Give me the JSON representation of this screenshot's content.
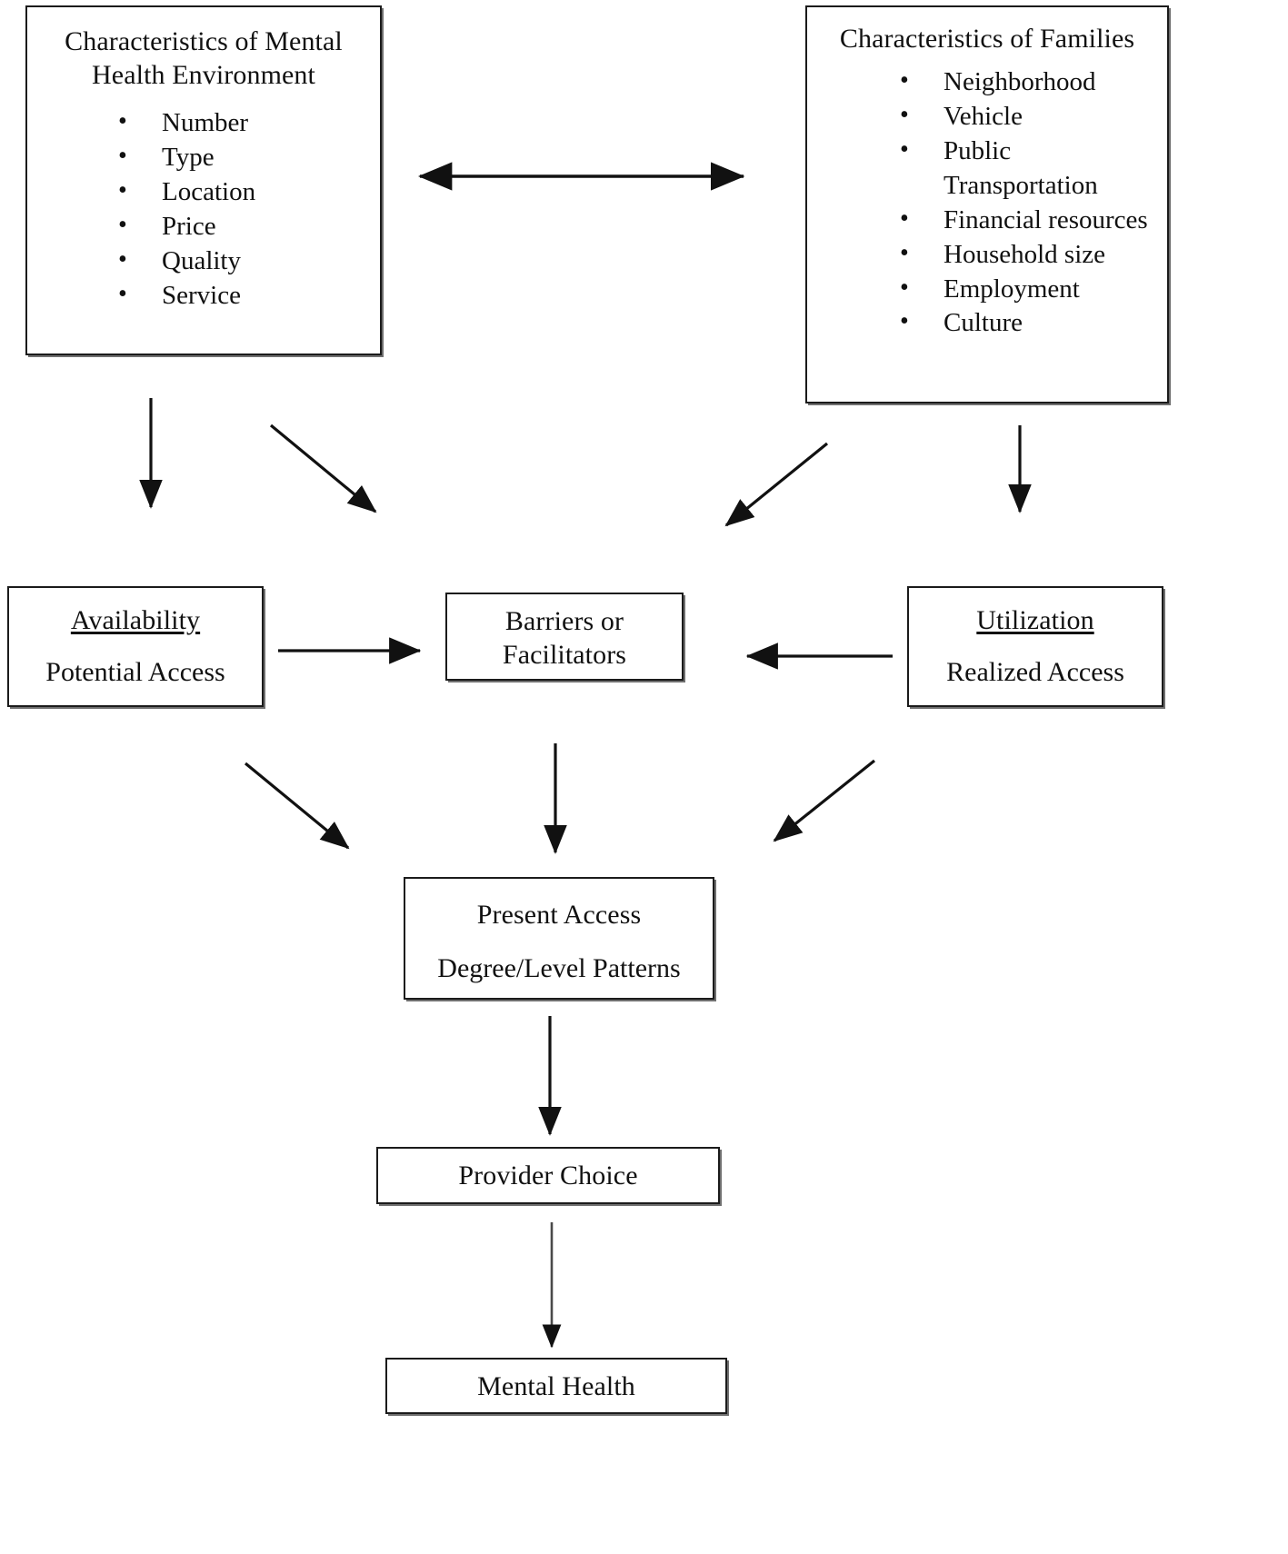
{
  "diagram": {
    "type": "flowchart",
    "colors": {
      "border": "#1b1b1b",
      "shadow": "#6f6f6f",
      "text": "#111111",
      "background": "#ffffff"
    },
    "nodes": [
      {
        "id": "mental-health-environment",
        "title": "Characteristics of Mental Health Environment",
        "bullets": [
          "Number",
          "Type",
          "Location",
          "Price",
          "Quality",
          "Service"
        ]
      },
      {
        "id": "families",
        "title": "Characteristics of Families",
        "bullets": [
          "Neighborhood",
          "Vehicle",
          "Public Transportation",
          "Financial resources",
          "Household size",
          "Employment",
          "Culture"
        ]
      },
      {
        "id": "availability",
        "title": "Availability",
        "subtitle": "Potential Access",
        "title_underlined": true
      },
      {
        "id": "barriers",
        "title": "Barriers or Facilitators",
        "title_underlined": false
      },
      {
        "id": "utilization",
        "title": "Utilization",
        "subtitle": "Realized Access",
        "title_underlined": true
      },
      {
        "id": "present-access",
        "title": "Present Access",
        "subtitle": "Degree/Level Patterns"
      },
      {
        "id": "provider-choice",
        "title": "Provider Choice"
      },
      {
        "id": "mental-health",
        "title": "Mental Health"
      }
    ],
    "edges": [
      {
        "from": "mental-health-environment",
        "to": "families",
        "style": "double-headed-horizontal"
      },
      {
        "from": "mental-health-environment",
        "to": "availability",
        "style": "vertical-down"
      },
      {
        "from": "mental-health-environment",
        "to": "barriers",
        "style": "diagonal-down-right"
      },
      {
        "from": "families",
        "to": "barriers",
        "style": "diagonal-down-left"
      },
      {
        "from": "families",
        "to": "utilization",
        "style": "vertical-down"
      },
      {
        "from": "availability",
        "to": "barriers",
        "style": "horizontal-right"
      },
      {
        "from": "utilization",
        "to": "barriers",
        "style": "horizontal-left"
      },
      {
        "from": "availability",
        "to": "present-access",
        "style": "diagonal-down-right"
      },
      {
        "from": "barriers",
        "to": "present-access",
        "style": "vertical-down"
      },
      {
        "from": "utilization",
        "to": "present-access",
        "style": "diagonal-down-left"
      },
      {
        "from": "present-access",
        "to": "provider-choice",
        "style": "vertical-down"
      },
      {
        "from": "provider-choice",
        "to": "mental-health",
        "style": "vertical-down"
      }
    ]
  },
  "mhe": {
    "title_line1": "Characteristics of Mental",
    "title_line2": "Health Environment",
    "b0": "Number",
    "b1": "Type",
    "b2": "Location",
    "b3": "Price",
    "b4": "Quality",
    "b5": "Service"
  },
  "fam": {
    "title": "Characteristics of Families",
    "b0": "Neighborhood",
    "b1": "Vehicle",
    "b2": "Public Transportation",
    "b3": "Financial resources",
    "b4": "Household size",
    "b5": "Employment",
    "b6": "Culture"
  },
  "availability": {
    "title": "Availability",
    "subtitle": "Potential Access"
  },
  "barriers": {
    "line1": "Barriers or",
    "line2": "Facilitators"
  },
  "utilization": {
    "title": "Utilization",
    "subtitle": "Realized Access"
  },
  "present": {
    "title": "Present Access",
    "subtitle": "Degree/Level Patterns"
  },
  "provider": {
    "title": "Provider Choice"
  },
  "mental": {
    "title": "Mental Health"
  }
}
